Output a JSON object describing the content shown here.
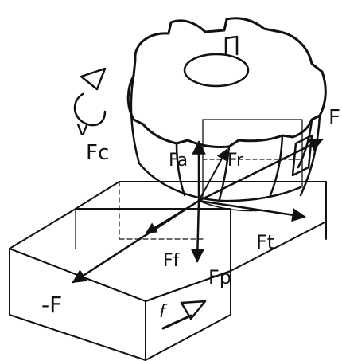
{
  "labels": {
    "v": "v",
    "Fc": "Fc",
    "Fa": "Fa",
    "Fr": "Fr",
    "F_top": "F",
    "Ft": "Ft",
    "Ff": "Ff",
    "Fp": "Fp",
    "minusF": "-F",
    "f": "f"
  },
  "colors": {
    "ink": "#111111",
    "paper": "#ffffff"
  }
}
